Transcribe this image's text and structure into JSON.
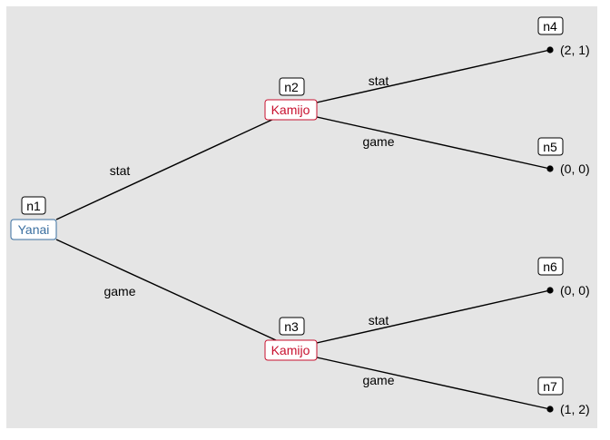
{
  "tree": {
    "nodes": [
      {
        "id": "n1",
        "label": "n1",
        "player": "Yanai"
      },
      {
        "id": "n2",
        "label": "n2",
        "player": "Kamijo"
      },
      {
        "id": "n3",
        "label": "n3",
        "player": "Kamijo"
      },
      {
        "id": "n4",
        "label": "n4",
        "payoff": "(2, 1)"
      },
      {
        "id": "n5",
        "label": "n5",
        "payoff": "(0, 0)"
      },
      {
        "id": "n6",
        "label": "n6",
        "payoff": "(0, 0)"
      },
      {
        "id": "n7",
        "label": "n7",
        "payoff": "(1, 2)"
      }
    ],
    "edges": [
      {
        "from": "n1",
        "to": "n2",
        "action": "stat"
      },
      {
        "from": "n1",
        "to": "n3",
        "action": "game"
      },
      {
        "from": "n2",
        "to": "n4",
        "action": "stat"
      },
      {
        "from": "n2",
        "to": "n5",
        "action": "game"
      },
      {
        "from": "n3",
        "to": "n6",
        "action": "stat"
      },
      {
        "from": "n3",
        "to": "n7",
        "action": "game"
      }
    ]
  },
  "colors": {
    "panel": "#e5e5e5",
    "yanai": "#3a6fa0",
    "kamijo": "#c8102e",
    "line": "#000000"
  }
}
